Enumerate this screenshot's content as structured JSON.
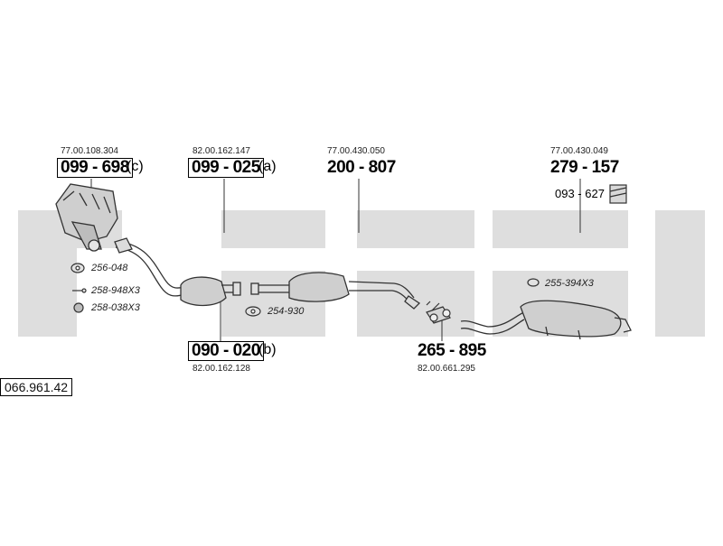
{
  "diagram_number": "066.961.42",
  "colors": {
    "watermark": "#dcdcdc",
    "line": "#333333",
    "part_fill": "#c9c9c9"
  },
  "groups": {
    "manifold": {
      "oem": "77.00.108.304",
      "part": "099 - 698",
      "suffix": "(c)"
    },
    "front_cat": {
      "oem": "82.00.162.147",
      "part": "099 - 025",
      "suffix": "(a)"
    },
    "front_pipe": {
      "part": "090 - 020",
      "suffix": "(b)",
      "oem": "82.00.162.128"
    },
    "mid_cat": {
      "oem": "77.00.430.050",
      "part": "200 - 807"
    },
    "clamp": {
      "part": "265 - 895",
      "oem": "82.00.661.295"
    },
    "rear_silencer": {
      "oem": "77.00.430.049",
      "part": "279 - 157",
      "mount": "093 - 627"
    }
  },
  "accessories": {
    "a1": "256-048",
    "a2": "258-948X3",
    "a3": "258-038X3",
    "a4": "254-930",
    "a5": "255-394X3"
  }
}
